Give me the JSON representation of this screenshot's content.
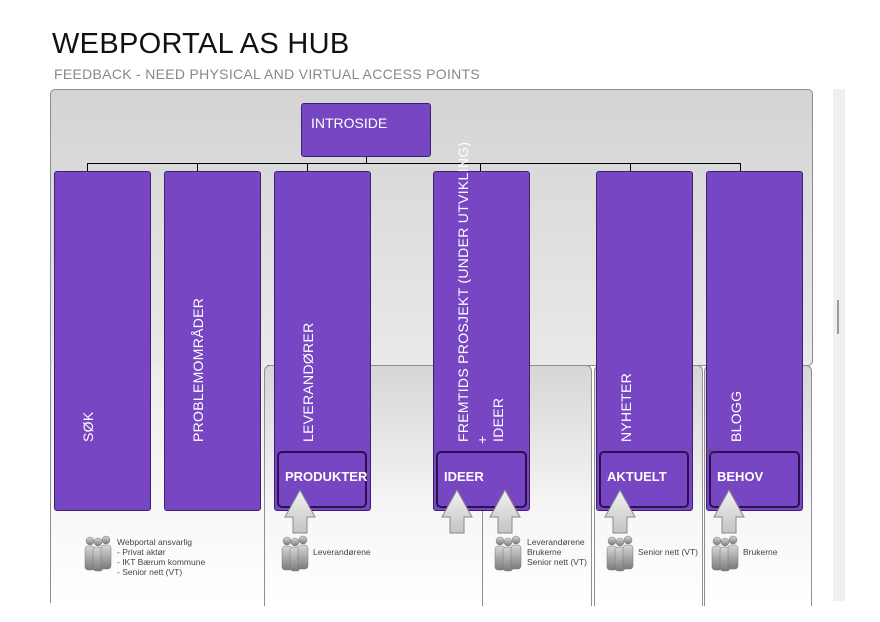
{
  "title": "WEBPORTAL AS HUB",
  "subtitle": "FEEDBACK - NEED PHYSICAL AND VIRTUAL ACCESS POINTS",
  "intro": "INTROSIDE",
  "columns": {
    "sok": "SØK",
    "problem": "PROBLEMOMRÅDER",
    "lev": "LEVERANDØRER",
    "fremtid1": "FREMTIDS PROSJEKT (UNDER UTVIKLING)",
    "fremtid2": "+",
    "fremtid3": "IDEER",
    "nyheter": "NYHETER",
    "blogg": "BLOGG"
  },
  "subs": {
    "produkter": "PRODUKTER",
    "ideer": "IDEER",
    "aktuelt": "AKTUELT",
    "behov": "BEHOV"
  },
  "users": {
    "u1_title": "Webportal ansvarlig",
    "u1_l1": "- Privat aktør",
    "u1_l2": "- IKT Bærum kommune",
    "u1_l3": "- Senior nett (VT)",
    "u2": "Leverandørene",
    "u3_l1": "Leverandørene",
    "u3_l2": "Brukerne",
    "u3_l3": "Senior nett (VT)",
    "u4": "Senior nett (VT)",
    "u5": "Brukerne"
  },
  "colors": {
    "purple": "#7746c3",
    "border": "#3e2070"
  }
}
